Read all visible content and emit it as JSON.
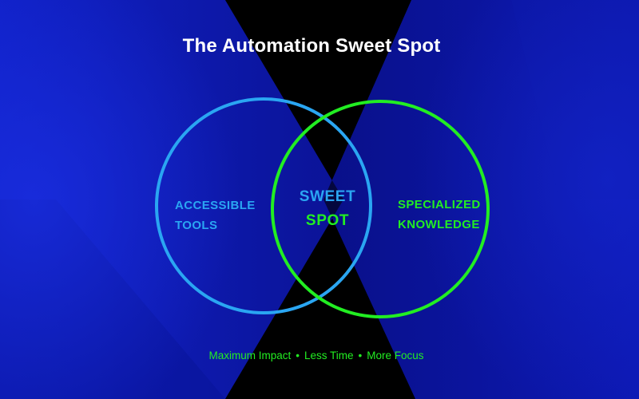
{
  "title": "The Automation Sweet Spot",
  "colors": {
    "blue_circle": "#2aa6f2",
    "green_circle": "#22ee22",
    "background_blue": "#0a15b0",
    "background_dark": "#000000",
    "title_text": "#ffffff"
  },
  "diagram": {
    "type": "venn",
    "sets": [
      {
        "label_lines": [
          "ACCESSIBLE",
          "TOOLS"
        ],
        "color": "#2aa6f2"
      },
      {
        "label_lines": [
          "SPECIALIZED",
          "KNOWLEDGE"
        ],
        "color": "#22ee22"
      }
    ],
    "intersection": {
      "label_lines": [
        "SWEET",
        "SPOT"
      ]
    }
  },
  "footer": {
    "items": [
      "Maximum Impact",
      "Less Time",
      "More Focus"
    ],
    "separator": "•"
  }
}
